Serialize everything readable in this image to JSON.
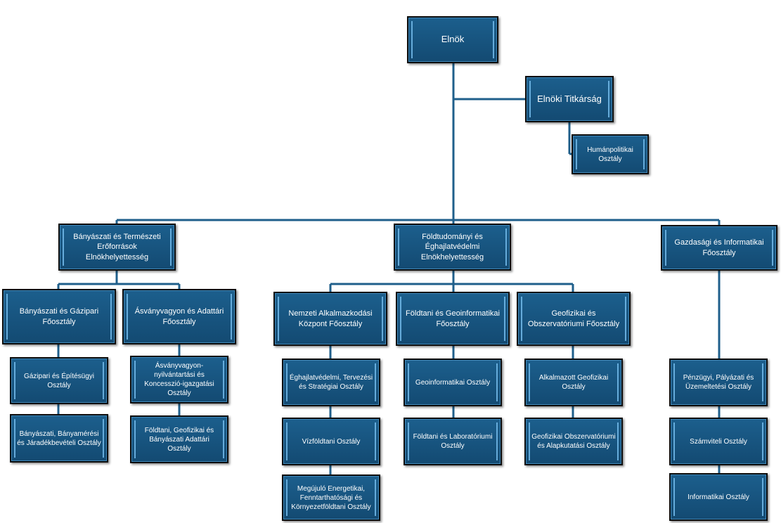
{
  "org": {
    "president": "Elnök",
    "secretariat": "Elnöki Titkárság",
    "hr": "Humánpolitikai Osztály",
    "deputy_mining": "Bányászati és Természeti Erőforrások Elnökhelyettesség",
    "deputy_earth": "Földtudományi és Éghajlatvédelmi Elnökhelyettesség",
    "econ_it": "Gazdasági és Informatikai Főosztály",
    "mining_gas": "Bányászati és Gázipari Főosztály",
    "mineral_data": "Ásványvagyon és Adattári Főosztály",
    "gas_construction": "Gázipari és Építésügyi Osztály",
    "mine_survey": "Bányászati, Bányamérési és Járadékbevételi Osztály",
    "mineral_registry": "Ásványvagyon-nyilvántartási és Koncesszió-igazgatási Osztály",
    "geo_archive": "Földtani, Geofizikai és Bányászati Adattári Osztály",
    "adaptation_center": "Nemzeti Alkalmazkodási Központ Főosztály",
    "geology_geoinfo": "Földtani és Geoinformatikai Főosztály",
    "geophysics_obs": "Geofizikai és Obszervatóriumi Főosztály",
    "climate_planning": "Éghajlatvédelmi, Tervezési és Stratégiai Osztály",
    "hydrogeology": "Vízföldtani Osztály",
    "renewable": "Megújuló Energetikai, Fenntarthatósági és Környezetföldtani Osztály",
    "geoinformatics": "Geoinformatikai Osztály",
    "geo_lab": "Földtani és Laboratóriumi Osztály",
    "applied_geophysics": "Alkalmazott Geofizikai Osztály",
    "geophys_research": "Geofizikai Obszervatóriumi és Alapkutatási Osztály",
    "finance_ops": "Pénzügyi, Pályázati és Üzemeltetési Osztály",
    "accounting": "Számviteli Osztály",
    "it_dept": "Informatikai Osztály"
  },
  "colors": {
    "box_fill": "#1a5a88",
    "box_border": "#0c0c0c",
    "box_accent": "#6fb6e6",
    "connector": "#1f5f8b"
  }
}
